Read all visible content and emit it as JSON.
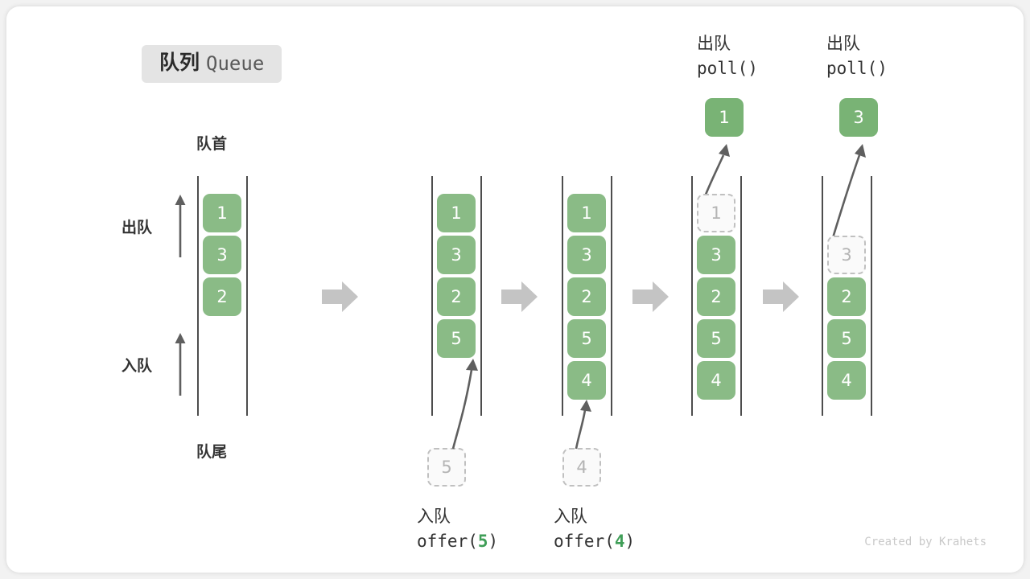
{
  "title": {
    "cn": "队列",
    "en": "Queue"
  },
  "labels": {
    "head": "队首",
    "tail": "队尾",
    "dequeue": "出队",
    "enqueue": "入队"
  },
  "credit": "Created by Krahets",
  "colors": {
    "cell_green": "#8abb86",
    "cell_text": "#ffffff",
    "ghost_border": "#c0c0c0",
    "ghost_text": "#b4b4b4",
    "rail": "#4d4d4d",
    "arrow_gray": "#c4c4c4",
    "curve_arrow": "#5f5f5f",
    "accent_green": "#3f9e57",
    "badge_bg": "#e4e4e4"
  },
  "stages": [
    {
      "name": "initial",
      "cells": [
        {
          "value": "1",
          "state": "filled"
        },
        {
          "value": "3",
          "state": "filled"
        },
        {
          "value": "2",
          "state": "filled"
        }
      ],
      "incoming": null,
      "outgoing": null,
      "caption_cn": null,
      "caption_code": null,
      "caption_arg": null
    },
    {
      "name": "after-offer-5",
      "cells": [
        {
          "value": "1",
          "state": "filled"
        },
        {
          "value": "3",
          "state": "filled"
        },
        {
          "value": "2",
          "state": "filled"
        },
        {
          "value": "5",
          "state": "filled"
        }
      ],
      "incoming": {
        "value": "5",
        "state": "ghost"
      },
      "outgoing": null,
      "caption_cn": "入队",
      "caption_code": "offer(",
      "caption_arg": "5",
      "caption_code_end": ")"
    },
    {
      "name": "after-offer-4",
      "cells": [
        {
          "value": "1",
          "state": "filled"
        },
        {
          "value": "3",
          "state": "filled"
        },
        {
          "value": "2",
          "state": "filled"
        },
        {
          "value": "5",
          "state": "filled"
        },
        {
          "value": "4",
          "state": "filled"
        }
      ],
      "incoming": {
        "value": "4",
        "state": "ghost"
      },
      "outgoing": null,
      "caption_cn": "入队",
      "caption_code": "offer(",
      "caption_arg": "4",
      "caption_code_end": ")"
    },
    {
      "name": "after-poll-1",
      "cells": [
        {
          "value": "1",
          "state": "ghost"
        },
        {
          "value": "3",
          "state": "filled"
        },
        {
          "value": "2",
          "state": "filled"
        },
        {
          "value": "5",
          "state": "filled"
        },
        {
          "value": "4",
          "state": "filled"
        }
      ],
      "incoming": null,
      "outgoing": {
        "value": "1",
        "state": "pop"
      },
      "caption_cn": "出队",
      "caption_code": "poll()",
      "caption_arg": null
    },
    {
      "name": "after-poll-3",
      "cells": [
        {
          "value": "",
          "state": "empty"
        },
        {
          "value": "3",
          "state": "ghost"
        },
        {
          "value": "2",
          "state": "filled"
        },
        {
          "value": "5",
          "state": "filled"
        },
        {
          "value": "4",
          "state": "filled"
        }
      ],
      "incoming": null,
      "outgoing": {
        "value": "3",
        "state": "pop"
      },
      "caption_cn": "出队",
      "caption_code": "poll()",
      "caption_arg": null
    }
  ]
}
